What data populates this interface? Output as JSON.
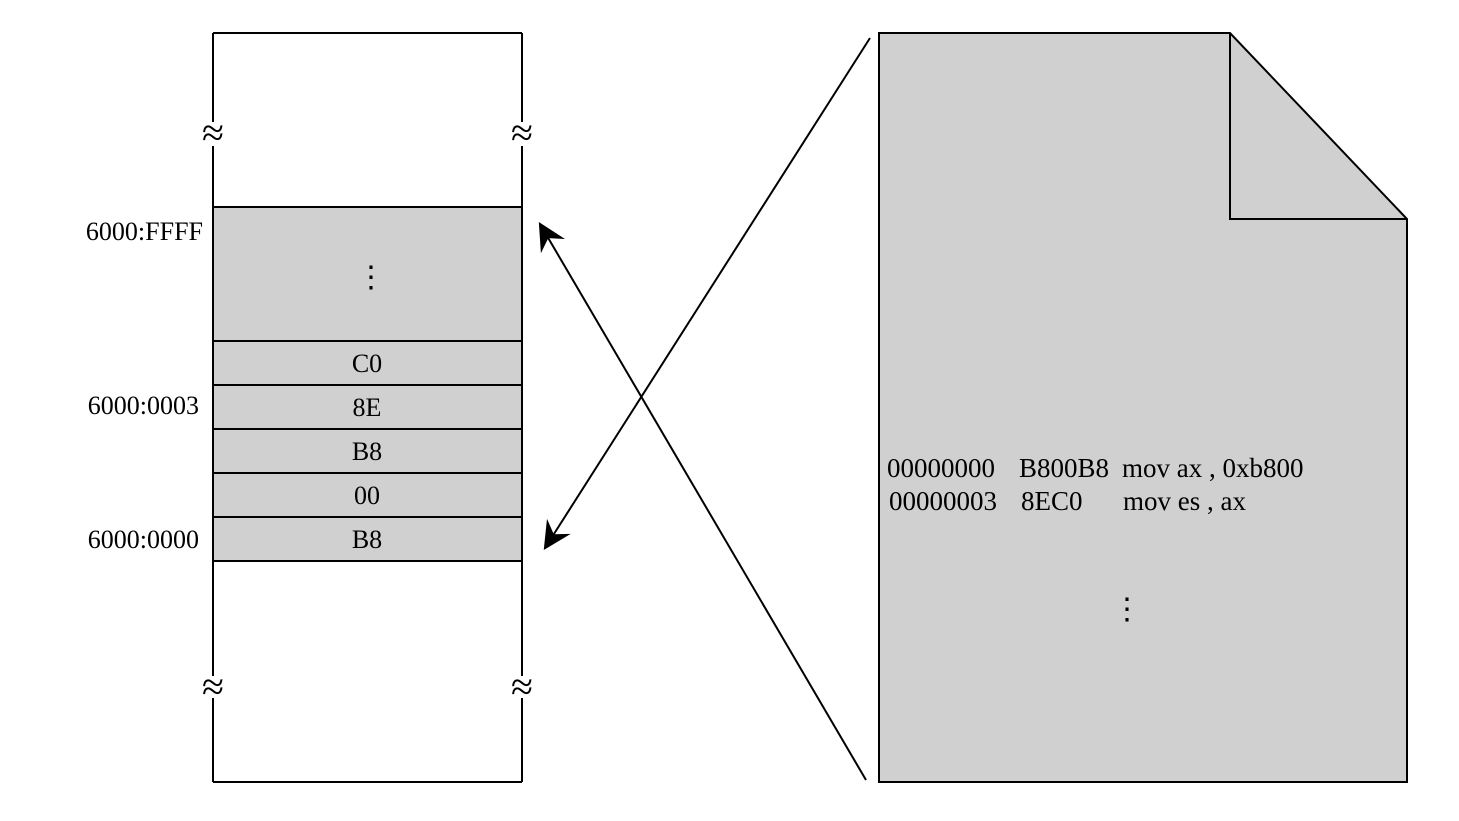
{
  "memory": {
    "address_labels": {
      "top": "6000:FFFF",
      "mid": "6000:0003",
      "bottom": "6000:0000"
    },
    "ellipsis": "⋮",
    "bytes": [
      "C0",
      "8E",
      "B8",
      "00",
      "B8"
    ],
    "break_mark": "≈"
  },
  "file": {
    "lines": [
      {
        "offset": "00000000",
        "hex": "B800B8",
        "asm": "mov ax , 0xb800"
      },
      {
        "offset": "00000003",
        "hex": "8EC0",
        "asm": "mov es , ax"
      }
    ],
    "ellipsis": "⋮"
  },
  "colors": {
    "fill": "#d0d0d0",
    "stroke": "#000000",
    "background": "#ffffff"
  }
}
